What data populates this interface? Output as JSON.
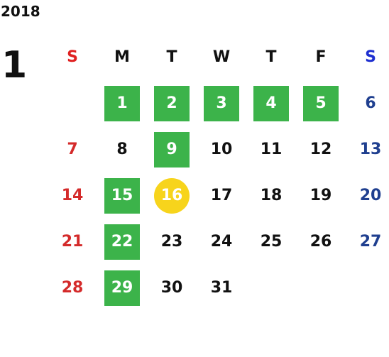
{
  "calendar": {
    "year": "2018",
    "month": "1",
    "weekdays": [
      "S",
      "M",
      "T",
      "W",
      "T",
      "F",
      "S"
    ],
    "highlight_color": "#3cb34a",
    "today_color": "#f7d41c",
    "sunday_color": "#d42a2a",
    "saturday_color": "#1f3f8f",
    "today": "16",
    "weeks": [
      [
        {
          "day": "",
          "state": "none"
        },
        {
          "day": "1",
          "state": "highlight"
        },
        {
          "day": "2",
          "state": "highlight"
        },
        {
          "day": "3",
          "state": "highlight"
        },
        {
          "day": "4",
          "state": "highlight"
        },
        {
          "day": "5",
          "state": "highlight"
        },
        {
          "day": "6",
          "state": "normal"
        }
      ],
      [
        {
          "day": "7",
          "state": "normal"
        },
        {
          "day": "8",
          "state": "normal"
        },
        {
          "day": "9",
          "state": "highlight"
        },
        {
          "day": "10",
          "state": "normal"
        },
        {
          "day": "11",
          "state": "normal"
        },
        {
          "day": "12",
          "state": "normal"
        },
        {
          "day": "13",
          "state": "normal"
        }
      ],
      [
        {
          "day": "14",
          "state": "normal"
        },
        {
          "day": "15",
          "state": "highlight"
        },
        {
          "day": "16",
          "state": "today"
        },
        {
          "day": "17",
          "state": "normal"
        },
        {
          "day": "18",
          "state": "normal"
        },
        {
          "day": "19",
          "state": "normal"
        },
        {
          "day": "20",
          "state": "normal"
        }
      ],
      [
        {
          "day": "21",
          "state": "normal"
        },
        {
          "day": "22",
          "state": "highlight"
        },
        {
          "day": "23",
          "state": "normal"
        },
        {
          "day": "24",
          "state": "normal"
        },
        {
          "day": "25",
          "state": "normal"
        },
        {
          "day": "26",
          "state": "normal"
        },
        {
          "day": "27",
          "state": "normal"
        }
      ],
      [
        {
          "day": "28",
          "state": "normal"
        },
        {
          "day": "29",
          "state": "highlight"
        },
        {
          "day": "30",
          "state": "normal"
        },
        {
          "day": "31",
          "state": "normal"
        },
        {
          "day": "",
          "state": "none"
        },
        {
          "day": "",
          "state": "none"
        },
        {
          "day": "",
          "state": "none"
        }
      ]
    ]
  }
}
